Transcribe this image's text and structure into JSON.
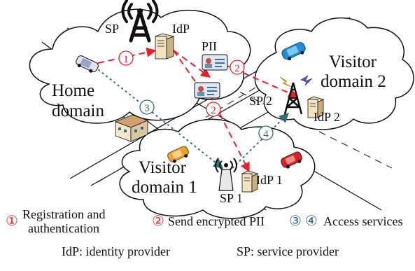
{
  "diagram": {
    "regions": {
      "home": "Home domain",
      "home_line1": "Home",
      "home_line2": "domain",
      "visitor2_line1": "Visitor",
      "visitor2_line2": "domain 2",
      "visitor1_line1": "Visitor",
      "visitor1_line2": "domain 1"
    },
    "entities": {
      "sp_home": "SP",
      "idp_home": "IdP",
      "pii": "PII",
      "sp2": "SP 2",
      "idp2": "IdP 2",
      "sp1": "SP 1",
      "idp1": "IdP 1"
    },
    "steps": {
      "step1": "1",
      "step2": "2",
      "step3": "3",
      "step4": "4"
    },
    "legend": {
      "step1_symbol": "①",
      "step1_line1": "Registration and",
      "step1_line2": "authentication",
      "step2_symbol": "②",
      "step2_text": "Send encrypted PII",
      "step34_symbols": "③ ④",
      "step34_text": "Access services",
      "idp_def": "IdP: identity provider",
      "sp_def": "SP: service provider"
    },
    "colors": {
      "red_flow": "#e8202a",
      "teal_flow": "#2f6f73",
      "black": "#111111"
    },
    "icons": [
      "cell-tower-icon",
      "server-icon",
      "id-card-icon",
      "car-icon",
      "building-icon",
      "antenna-icon",
      "lightning-icon"
    ]
  }
}
